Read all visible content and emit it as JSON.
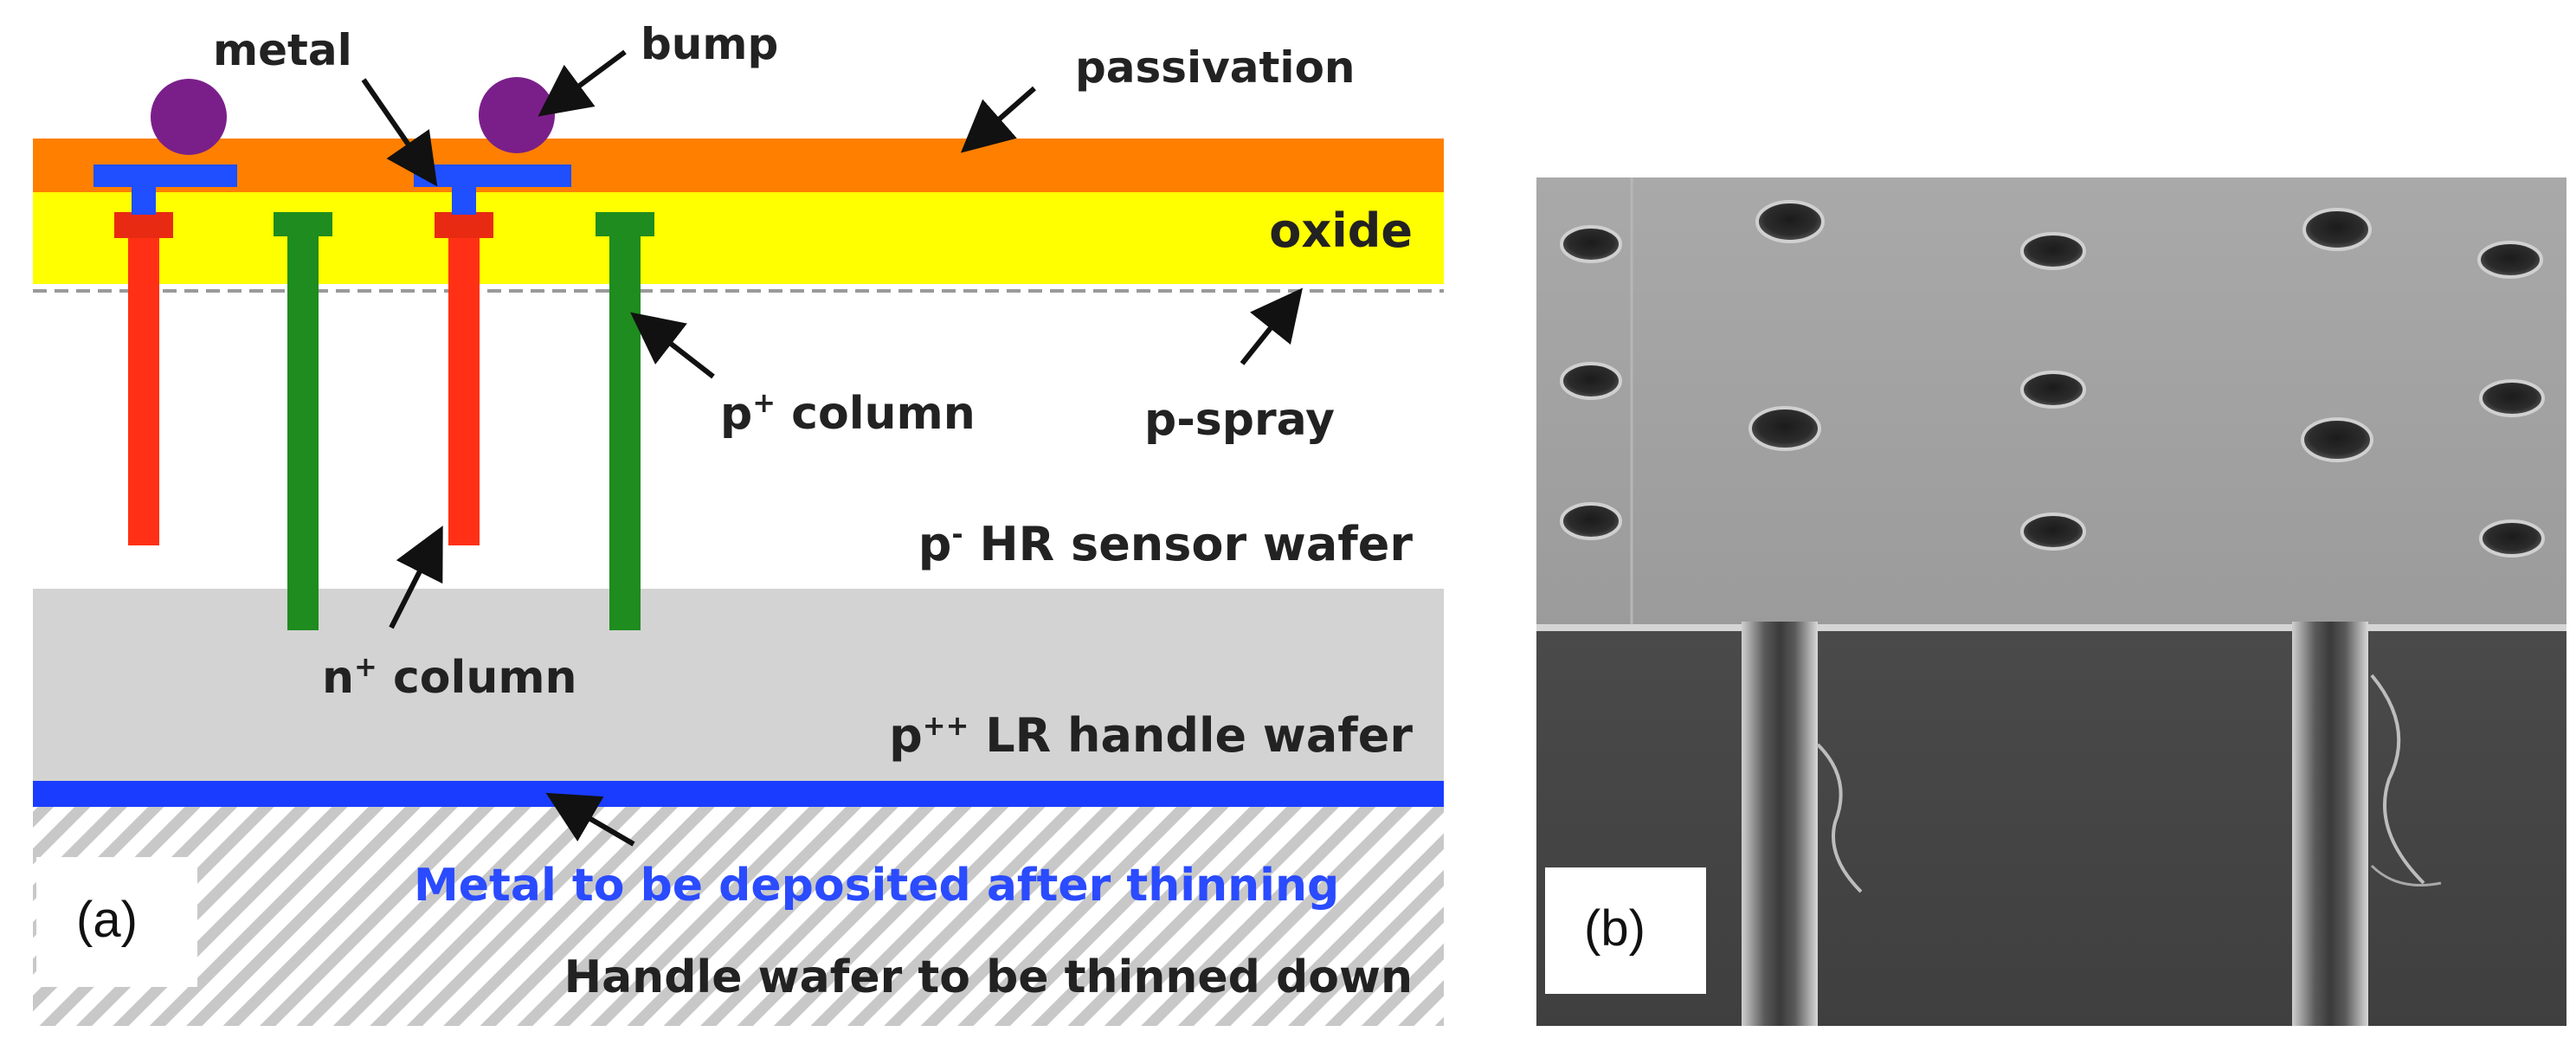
{
  "figure": {
    "panel_a": {
      "tag": "(a)",
      "labels": {
        "metal": "metal",
        "bump": "bump",
        "passivation": "passivation",
        "oxide": "oxide",
        "p_column_base": "p",
        "p_column_sup": "+",
        "p_column_rest": " column",
        "p_spray": "p-spray",
        "sensor_base": "p",
        "sensor_sup": "-",
        "sensor_rest": " HR sensor wafer",
        "n_column_base": "n",
        "n_column_sup": "+",
        "n_column_rest": " column",
        "handle_base": "p",
        "handle_sup": "++",
        "handle_rest": " LR handle wafer",
        "metal_after": "Metal to be deposited after thinning",
        "handle_thinned": "Handle wafer to be thinned down"
      },
      "colors": {
        "passivation": "#ff7f00",
        "oxide": "#ffff00",
        "metal": "#1f4fff",
        "bump": "#7a1f8a",
        "n_column": "#ff3015",
        "p_column": "#1e8c1e",
        "handle_wafer": "#d3d3d3",
        "back_metal": "#1a3cff",
        "metal_text": "#2a4bff"
      }
    },
    "panel_b": {
      "tag": "(b)",
      "description_image": "SEM micrograph"
    }
  }
}
